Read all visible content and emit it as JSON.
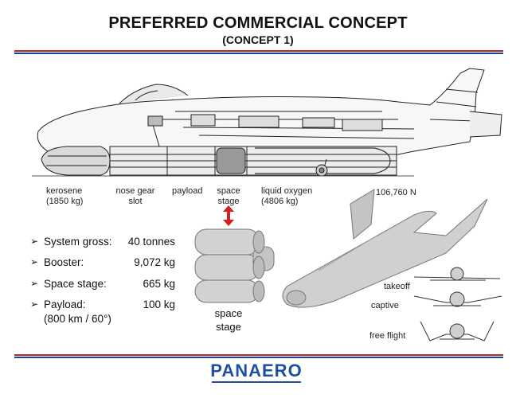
{
  "header": {
    "title": "PREFERRED COMMERCIAL CONCEPT",
    "subtitle": "(CONCEPT 1)"
  },
  "aircraft_labels": {
    "kerosene": [
      "kerosene",
      "(1850 kg)"
    ],
    "nose_gear": [
      "nose gear",
      "slot"
    ],
    "payload": "payload",
    "space_stage": [
      "space",
      "stage"
    ],
    "liquid_oxygen": [
      "liquid oxygen",
      "(4806 kg)"
    ],
    "thrust": "106,760 N"
  },
  "specs": [
    {
      "label": "System gross:",
      "value": "40 tonnes"
    },
    {
      "label": "Booster:",
      "value": "9,072 kg"
    },
    {
      "label": "Space stage:",
      "value": "665 kg"
    },
    {
      "label": "Payload:",
      "value": "100 kg"
    }
  ],
  "payload_orbit": "(800 km / 60°)",
  "space_stage_caption": [
    "space",
    "stage"
  ],
  "views": [
    "takeoff",
    "captive",
    "free flight"
  ],
  "logo": "PANAERO",
  "colors": {
    "accent_red": "#b5282e",
    "accent_blue": "#1f3f8f",
    "logo_blue": "#1f4fa0"
  }
}
